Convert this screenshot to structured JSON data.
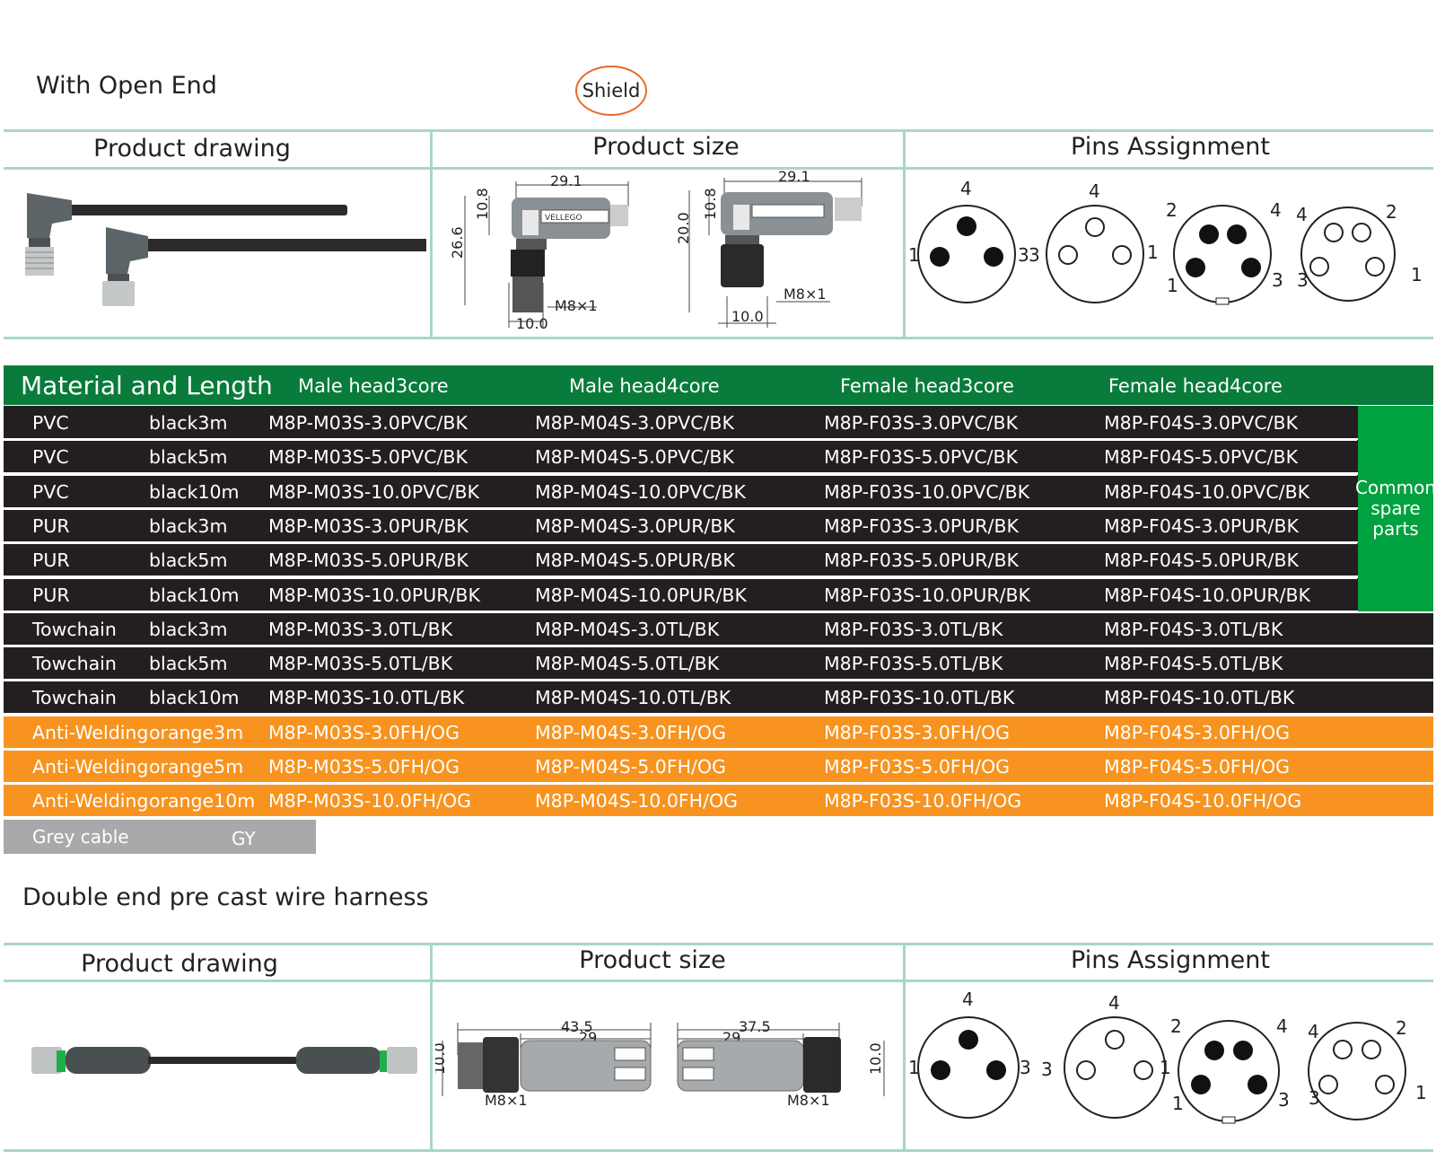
{
  "section1": {
    "title": "With Open End",
    "shield_label": "Shield",
    "headers": {
      "drawing": "Product drawing",
      "size": "Product size",
      "pins": "Pins Assignment"
    },
    "dims_left": {
      "top": "29.1",
      "a": "10.8",
      "b": "26.6",
      "thread": "M8×1",
      "bottom": "10.0"
    },
    "dims_right": {
      "top": "29.1",
      "a": "10.8",
      "b": "20.0",
      "thread": "M8×1",
      "bottom": "10.0"
    },
    "pins": {
      "m3": {
        "top": "4",
        "left": "1",
        "right": "3"
      },
      "f3": {
        "top": "4",
        "left": "3",
        "right": "1"
      },
      "m4": {
        "tl": "2",
        "tr": "4",
        "bl": "1",
        "br": "3"
      },
      "f4": {
        "tl": "4",
        "tr": "2",
        "bl": "3",
        "br": "1"
      }
    }
  },
  "table": {
    "title": "Material and Length",
    "columns": [
      "Male head3core",
      "Male head4core",
      "Female head3core",
      "Female head4core"
    ],
    "rows": [
      {
        "material": "PVC",
        "length": "black3m",
        "codes": [
          "M8P-M03S-3.0PVC/BK",
          "M8P-M04S-3.0PVC/BK",
          "M8P-F03S-3.0PVC/BK",
          "M8P-F04S-3.0PVC/BK"
        ],
        "style": "dark"
      },
      {
        "material": "PVC",
        "length": "black5m",
        "codes": [
          "M8P-M03S-5.0PVC/BK",
          "M8P-M04S-5.0PVC/BK",
          "M8P-F03S-5.0PVC/BK",
          "M8P-F04S-5.0PVC/BK"
        ],
        "style": "dark"
      },
      {
        "material": "PVC",
        "length": "black10m",
        "codes": [
          "M8P-M03S-10.0PVC/BK",
          "M8P-M04S-10.0PVC/BK",
          "M8P-F03S-10.0PVC/BK",
          "M8P-F04S-10.0PVC/BK"
        ],
        "style": "dark"
      },
      {
        "material": "PUR",
        "length": "black3m",
        "codes": [
          "M8P-M03S-3.0PUR/BK",
          "M8P-M04S-3.0PUR/BK",
          "M8P-F03S-3.0PUR/BK",
          "M8P-F04S-3.0PUR/BK"
        ],
        "style": "dark"
      },
      {
        "material": "PUR",
        "length": "black5m",
        "codes": [
          "M8P-M03S-5.0PUR/BK",
          "M8P-M04S-5.0PUR/BK",
          "M8P-F03S-5.0PUR/BK",
          "M8P-F04S-5.0PUR/BK"
        ],
        "style": "dark"
      },
      {
        "material": "PUR",
        "length": "black10m",
        "codes": [
          "M8P-M03S-10.0PUR/BK",
          "M8P-M04S-10.0PUR/BK",
          "M8P-F03S-10.0PUR/BK",
          "M8P-F04S-10.0PUR/BK"
        ],
        "style": "dark"
      },
      {
        "material": "Towchain",
        "length": "black3m",
        "codes": [
          "M8P-M03S-3.0TL/BK",
          "M8P-M04S-3.0TL/BK",
          "M8P-F03S-3.0TL/BK",
          "M8P-F04S-3.0TL/BK"
        ],
        "style": "dark"
      },
      {
        "material": "Towchain",
        "length": "black5m",
        "codes": [
          "M8P-M03S-5.0TL/BK",
          "M8P-M04S-5.0TL/BK",
          "M8P-F03S-5.0TL/BK",
          "M8P-F04S-5.0TL/BK"
        ],
        "style": "dark"
      },
      {
        "material": "Towchain",
        "length": "black10m",
        "codes": [
          "M8P-M03S-10.0TL/BK",
          "M8P-M04S-10.0TL/BK",
          "M8P-F03S-10.0TL/BK",
          "M8P-F04S-10.0TL/BK"
        ],
        "style": "dark"
      },
      {
        "material": "Anti-Welding",
        "length": "orange3m",
        "codes": [
          "M8P-M03S-3.0FH/OG",
          "M8P-M04S-3.0FH/OG",
          "M8P-F03S-3.0FH/OG",
          "M8P-F04S-3.0FH/OG"
        ],
        "style": "orange"
      },
      {
        "material": "Anti-Welding",
        "length": "orange5m",
        "codes": [
          "M8P-M03S-5.0FH/OG",
          "M8P-M04S-5.0FH/OG",
          "M8P-F03S-5.0FH/OG",
          "M8P-F04S-5.0FH/OG"
        ],
        "style": "orange"
      },
      {
        "material": "Anti-Welding",
        "length": "orange10m",
        "codes": [
          "M8P-M03S-10.0FH/OG",
          "M8P-M04S-10.0FH/OG",
          "M8P-F03S-10.0FH/OG",
          "M8P-F04S-10.0FH/OG"
        ],
        "style": "orange"
      }
    ],
    "common_spare": [
      "Common",
      "spare",
      "parts"
    ],
    "grey": {
      "label": "Grey cable",
      "code": "GY"
    },
    "colors": {
      "header": "#097b3a",
      "dark": "#231f20",
      "orange": "#f7931e",
      "common": "#00a13f",
      "grey": "#a9a9ab"
    }
  },
  "section2": {
    "title": "Double end pre cast wire harness",
    "headers": {
      "drawing": "Product drawing",
      "size": "Product size",
      "pins": "Pins Assignment"
    },
    "dims_left": {
      "total": "43.5",
      "part": "29",
      "dia": "10.0",
      "thread": "M8×1"
    },
    "dims_right": {
      "total": "37.5",
      "part": "29",
      "dia": "10.0",
      "thread": "M8×1"
    },
    "pins": {
      "m3": {
        "top": "4",
        "left": "1",
        "right": "3"
      },
      "f3": {
        "top": "4",
        "left": "3",
        "right": "1"
      },
      "m4": {
        "tl": "2",
        "tr": "4",
        "bl": "1",
        "br": "3"
      },
      "f4": {
        "tl": "4",
        "tr": "2",
        "bl": "3",
        "br": "1"
      }
    }
  },
  "brand_mark": "VELLEGO"
}
